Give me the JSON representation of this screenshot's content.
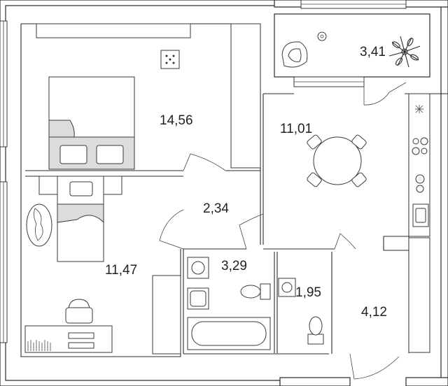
{
  "plan": {
    "rooms": [
      {
        "id": "bedroom",
        "area": "14,56"
      },
      {
        "id": "kitchen",
        "area": "11,01"
      },
      {
        "id": "balcony",
        "area": "3,41"
      },
      {
        "id": "hallway",
        "area": "2,34"
      },
      {
        "id": "bathroom",
        "area": "3,29"
      },
      {
        "id": "second-room",
        "area": "11,47"
      },
      {
        "id": "toilet",
        "area": "1,95"
      },
      {
        "id": "entrance-hall",
        "area": "4,12"
      }
    ]
  },
  "icons": {
    "bed": "bed-icon",
    "single-bed": "single-bed-icon",
    "dining-table": "dining-table-icon",
    "armchair": "armchair-icon",
    "plant": "plant-icon",
    "stove": "stove-icon",
    "kitchen-sink": "sink-icon",
    "bathtub": "bathtub-icon",
    "toilet": "toilet-icon",
    "washbasin": "washbasin-icon",
    "washing-machine": "washing-machine-icon",
    "desk-chair": "desk-chair-icon",
    "rug": "rug-icon",
    "wardrobe": "wardrobe-icon"
  },
  "colors": {
    "wall": "#2a2a2a",
    "floor": "#ffffff",
    "bed-sheet": "#dcdcdc"
  }
}
